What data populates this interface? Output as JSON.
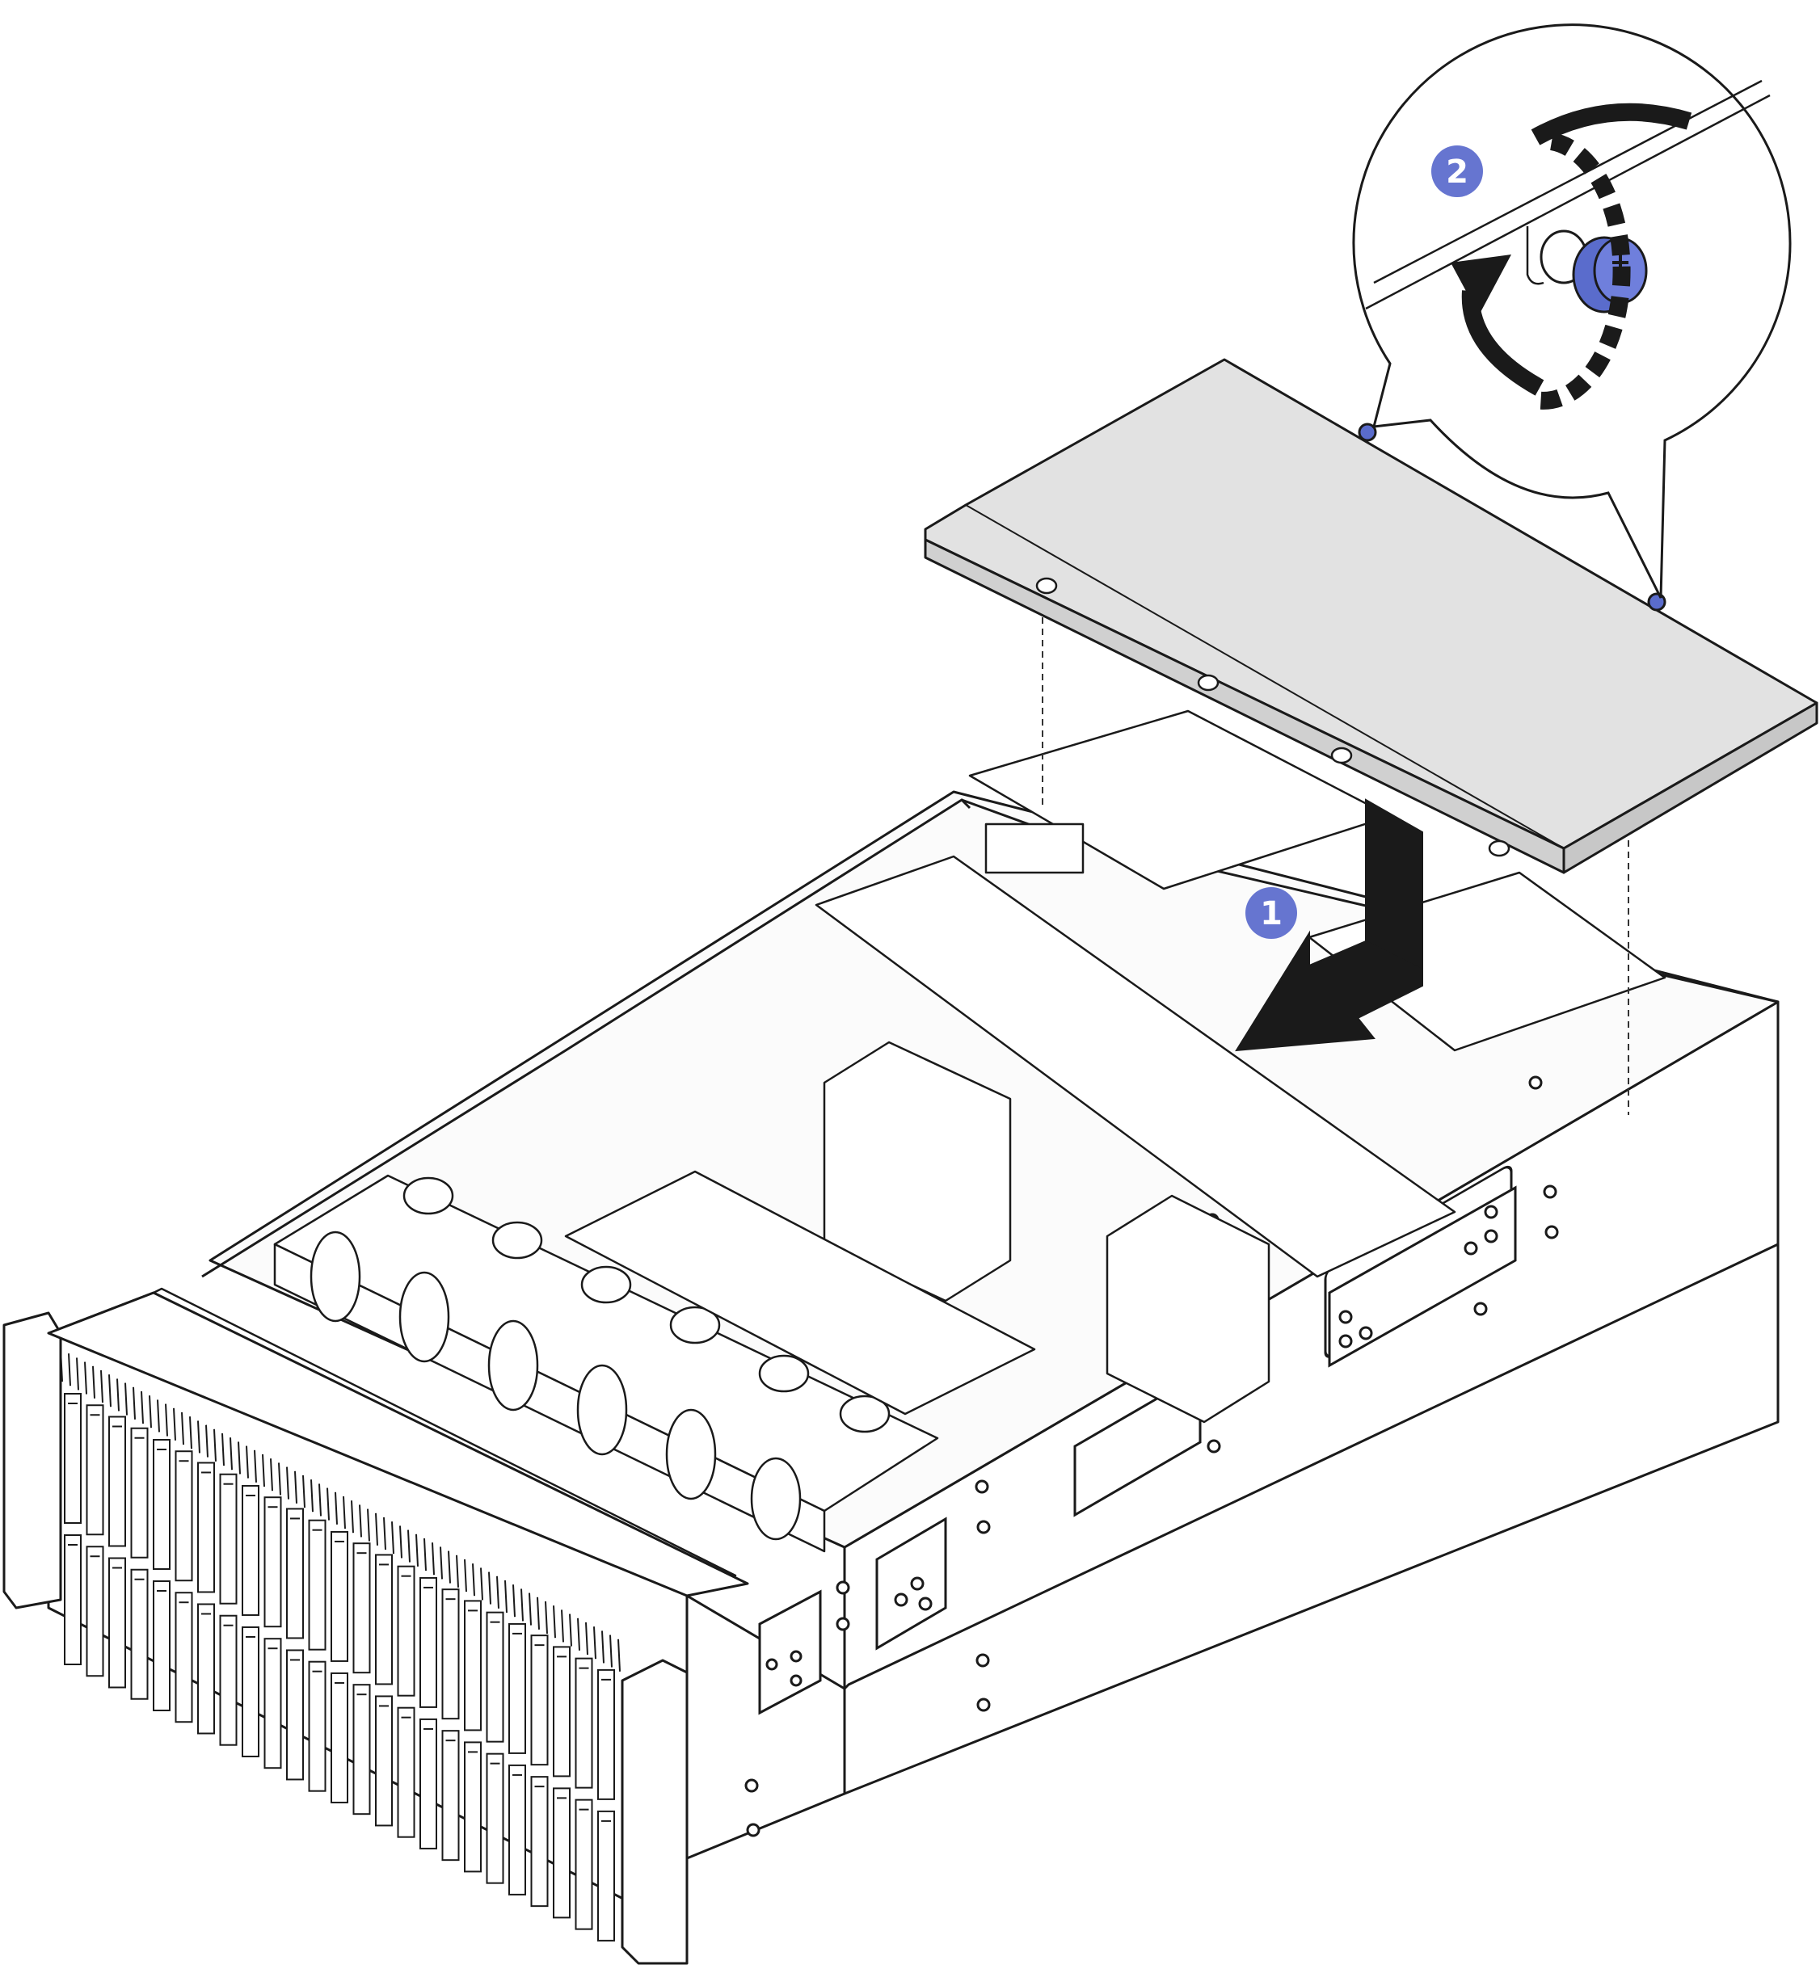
{
  "diagram": {
    "steps": [
      {
        "number": "1",
        "action": "lower-and-slide"
      },
      {
        "number": "2",
        "action": "tighten-thumbscrew"
      }
    ],
    "colors": {
      "callout": "#6675d0",
      "line": "#1a1a1a",
      "cover_top": "#e2e2e2",
      "cover_edge": "#c7c7c7",
      "chassis": "#ffffff",
      "screw": "#5a6ccc",
      "background": "#ffffff"
    },
    "icons": {
      "arrow_down": "arrow-down-icon",
      "arrow_slide": "arrow-left-icon",
      "rotate": "rotate-clockwise-icon",
      "screw": "thumbscrew-icon"
    }
  }
}
